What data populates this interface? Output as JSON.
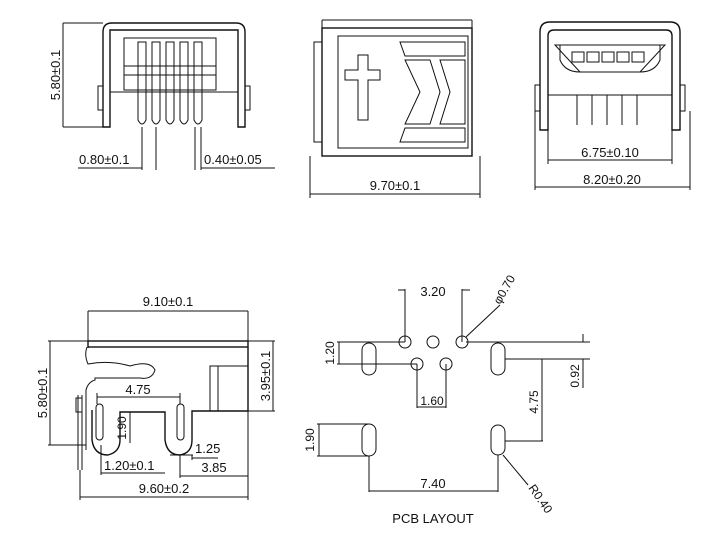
{
  "front_view": {
    "height_dim": "5.80±0.1",
    "pitch_dim": "0.80±0.1",
    "pin_width_dim": "0.40±0.05"
  },
  "top_view": {
    "length_dim": "9.70±0.1"
  },
  "end_view": {
    "inner_width_dim": "6.75±0.10",
    "outer_width_dim": "8.20±0.20"
  },
  "side_view": {
    "top_length_dim": "9.10±0.1",
    "height_dim": "5.80±0.1",
    "opening_height_dim": "3.95±0.1",
    "peg_spacing_dim": "4.75",
    "slot_length_dim": "1.90",
    "peg_offset_dim": "1.25",
    "pin_offset_dim": "1.20±0.1",
    "rear_offset_dim": "3.85",
    "total_length_dim": "9.60±0.2"
  },
  "pcb_layout": {
    "title": "PCB LAYOUT",
    "hole_spacing_outer": "3.20",
    "hole_diameter": "φ0.70",
    "row_offset": "1.20",
    "hole_spacing_inner": "1.60",
    "pad_offset": "0.92",
    "pad_vertical_spacing": "4.75",
    "pad_length": "1.90",
    "pad_horizontal_spacing": "7.40",
    "pad_radius": "R0.40"
  }
}
